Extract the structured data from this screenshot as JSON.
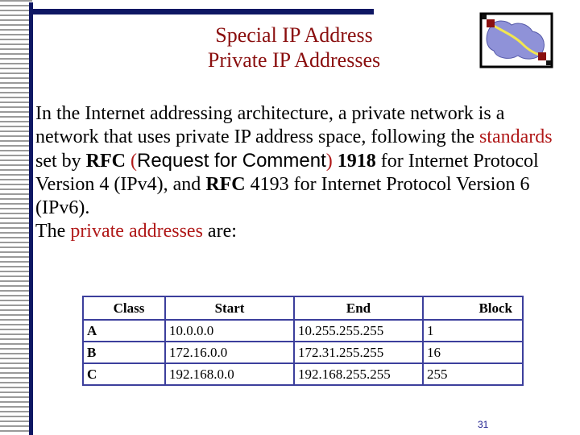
{
  "title": {
    "line1": "Special IP Address",
    "line2": "Private IP Addresses"
  },
  "body": {
    "p1_a": "In the Internet addressing architecture, a private network is a network that uses private IP address space, following the ",
    "p1_standards": "standards",
    "p1_b": " set by ",
    "p1_rfc": "RFC",
    "p1_paren_open": " (",
    "p1_req": "Request for Comment",
    "p1_paren_close": ")",
    "p1_num": " 1918",
    "p1_c": " for Internet Protocol Version 4 (IPv4), and ",
    "p1_rfc2": "RFC",
    "p1_d": " 4193 for Internet Protocol Version 6 (IPv6).",
    "p2_a": "The ",
    "p2_private": "private addresses",
    "p2_b": " are:"
  },
  "table": {
    "headers": [
      "Class",
      "Start",
      "End",
      "Block"
    ],
    "rows": [
      [
        "A",
        "10.0.0.0",
        "10.255.255.255",
        "1"
      ],
      [
        "B",
        "172.16.0.0",
        "172.31.255.255",
        "16"
      ],
      [
        "C",
        "192.168.0.0",
        "192.168.255.255",
        "255"
      ]
    ]
  },
  "page_number": "31",
  "colors": {
    "title": "#8a0e0e",
    "accent_bar": "#0e1763",
    "highlight": "#b01818",
    "table_border": "#3c3f9c"
  },
  "icons": {
    "logo": "network-link-icon"
  }
}
